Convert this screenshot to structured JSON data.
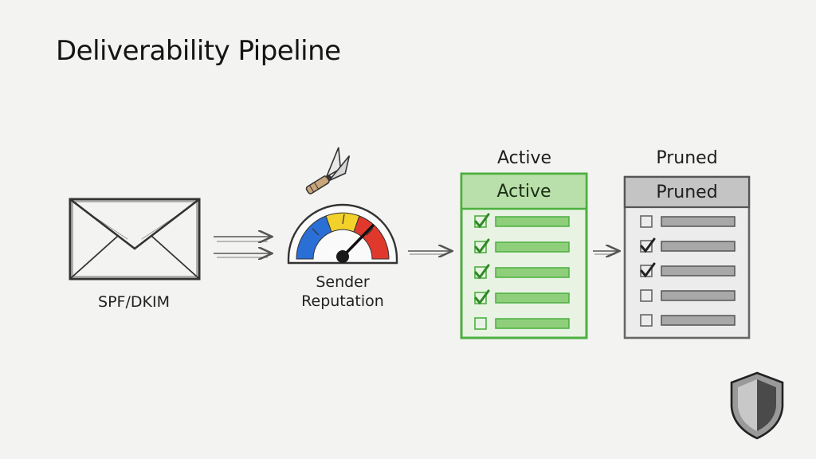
{
  "title": "Deliverability Pipeline",
  "stages": {
    "envelope": {
      "label": "SPF/DKIM",
      "icon": "envelope-icon"
    },
    "gauge": {
      "label_line1": "Sender",
      "label_line2": "Reputation",
      "icon": "speedometer-gauge-icon",
      "tool_icon": "pruning-shears-icon"
    },
    "active": {
      "title": "Active",
      "header": "Active",
      "checked": [
        true,
        true,
        true,
        true,
        false
      ],
      "color": "#4caf3f"
    },
    "pruned": {
      "title": "Pruned",
      "header": "Pruned",
      "checked": [
        false,
        true,
        true,
        false,
        false
      ],
      "color": "#7a7a7a"
    }
  },
  "gauge_colors": [
    "#2a6fd6",
    "#f2d12a",
    "#e0382c"
  ],
  "shield": {
    "icon": "shield-icon"
  }
}
